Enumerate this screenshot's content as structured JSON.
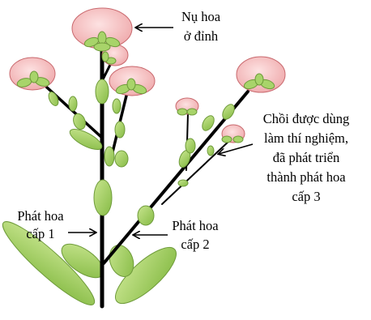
{
  "labels": {
    "bud_line1": "Nụ hoa",
    "bud_line2": "ở đỉnh",
    "shoot_line1": "Chồi được dùng",
    "shoot_line2": "làm thí nghiệm,",
    "shoot_line3": "đã phát triển",
    "shoot_line4": "thành phát hoa",
    "shoot_line5": "cấp 3",
    "primary_line1": "Phát hoa",
    "primary_line2": "cấp 1",
    "secondary_line1": "Phát hoa",
    "secondary_line2": "cấp 2"
  },
  "colors": {
    "stem": "#000000",
    "flower_fill": "#f3b8b8",
    "flower_stroke": "#c9696e",
    "leaf_fill": "#9ccc5c",
    "leaf_stroke": "#6e9b3a",
    "arrow": "#000000",
    "text": "#000000"
  }
}
